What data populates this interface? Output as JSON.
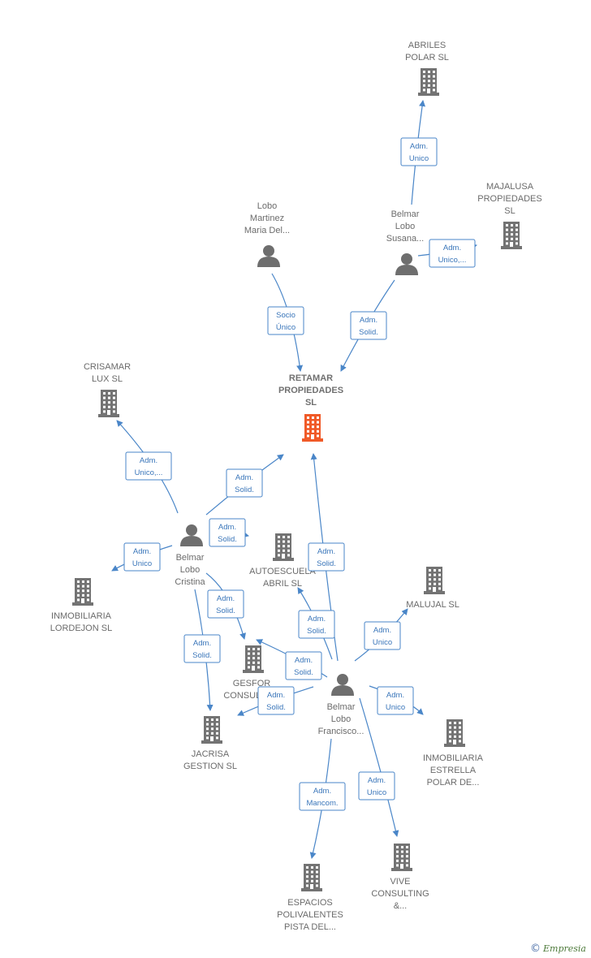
{
  "colors": {
    "edge": "#4a86c8",
    "company": "#737373",
    "main_company": "#f05a28",
    "person": "#6e6e6e"
  },
  "nodes": [
    {
      "id": "retamar",
      "type": "main",
      "label": [
        "RETAMAR",
        "PROPIEDADES",
        "SL"
      ]
    },
    {
      "id": "abriles",
      "type": "company",
      "label": [
        "ABRILES",
        "POLAR  SL"
      ]
    },
    {
      "id": "majalusa",
      "type": "company",
      "label": [
        "MAJALUSA",
        "PROPIEDADES",
        "SL"
      ]
    },
    {
      "id": "crisamar",
      "type": "company",
      "label": [
        "CRISAMAR",
        "LUX  SL"
      ]
    },
    {
      "id": "autoescuela",
      "type": "company",
      "label": [
        "AUTOESCUELA",
        "ABRIL SL"
      ]
    },
    {
      "id": "malujal",
      "type": "company",
      "label": [
        "MALUJAL  SL"
      ]
    },
    {
      "id": "lordejon",
      "type": "company",
      "label": [
        "INMOBILIARIA",
        "LORDEJON  SL"
      ]
    },
    {
      "id": "gesfor",
      "type": "company",
      "label": [
        "GESFOR",
        "CONSULTO..."
      ]
    },
    {
      "id": "jacrisa",
      "type": "company",
      "label": [
        "JACRISA",
        "GESTION SL"
      ]
    },
    {
      "id": "estrella",
      "type": "company",
      "label": [
        "INMOBILIARIA",
        "ESTRELLA",
        "POLAR DE..."
      ]
    },
    {
      "id": "vive",
      "type": "company",
      "label": [
        "VIVE",
        "CONSULTING",
        "&..."
      ]
    },
    {
      "id": "espacios",
      "type": "company",
      "label": [
        "ESPACIOS",
        "POLIVALENTES",
        "PISTA DEL..."
      ]
    },
    {
      "id": "lobo_maria",
      "type": "person",
      "label": [
        "Lobo",
        "Martinez",
        "Maria Del..."
      ]
    },
    {
      "id": "susana",
      "type": "person",
      "label": [
        "Belmar",
        "Lobo",
        "Susana..."
      ]
    },
    {
      "id": "cristina",
      "type": "person",
      "label": [
        "Belmar",
        "Lobo",
        "Cristina"
      ]
    },
    {
      "id": "francisco",
      "type": "person",
      "label": [
        "Belmar",
        "Lobo",
        "Francisco..."
      ]
    }
  ],
  "edges": [
    {
      "from": "susana",
      "to": "abriles",
      "label": [
        "Adm.",
        "Unico"
      ]
    },
    {
      "from": "susana",
      "to": "majalusa",
      "label": [
        "Adm.",
        "Unico,..."
      ]
    },
    {
      "from": "susana",
      "to": "retamar",
      "label": [
        "Adm.",
        "Solid."
      ]
    },
    {
      "from": "lobo_maria",
      "to": "retamar",
      "label": [
        "Socio",
        "Único"
      ]
    },
    {
      "from": "cristina",
      "to": "crisamar",
      "label": [
        "Adm.",
        "Unico,..."
      ]
    },
    {
      "from": "cristina",
      "to": "retamar",
      "label": [
        "Adm.",
        "Solid."
      ]
    },
    {
      "from": "cristina",
      "to": "autoescuela",
      "label": [
        "Adm.",
        "Solid."
      ]
    },
    {
      "from": "cristina",
      "to": "lordejon",
      "label": [
        "Adm.",
        "Unico"
      ]
    },
    {
      "from": "cristina",
      "to": "gesfor",
      "label": [
        "Adm.",
        "Solid."
      ]
    },
    {
      "from": "cristina",
      "to": "jacrisa",
      "label": [
        "Adm.",
        "Solid."
      ]
    },
    {
      "from": "francisco",
      "to": "retamar",
      "label": [
        "Adm.",
        "Solid."
      ]
    },
    {
      "from": "francisco",
      "to": "autoescuela",
      "label": [
        "Adm.",
        "Solid."
      ]
    },
    {
      "from": "francisco",
      "to": "gesfor",
      "label": [
        "Adm.",
        "Solid."
      ]
    },
    {
      "from": "francisco",
      "to": "jacrisa",
      "label": [
        "Adm.",
        "Solid."
      ]
    },
    {
      "from": "francisco",
      "to": "malujal",
      "label": [
        "Adm.",
        "Unico"
      ]
    },
    {
      "from": "francisco",
      "to": "estrella",
      "label": [
        "Adm.",
        "Unico"
      ]
    },
    {
      "from": "francisco",
      "to": "vive",
      "label": [
        "Adm.",
        "Unico"
      ]
    },
    {
      "from": "francisco",
      "to": "espacios",
      "label": [
        "Adm.",
        "Mancom."
      ]
    }
  ],
  "footer": {
    "copyright": "©",
    "brand": "Empresia"
  }
}
